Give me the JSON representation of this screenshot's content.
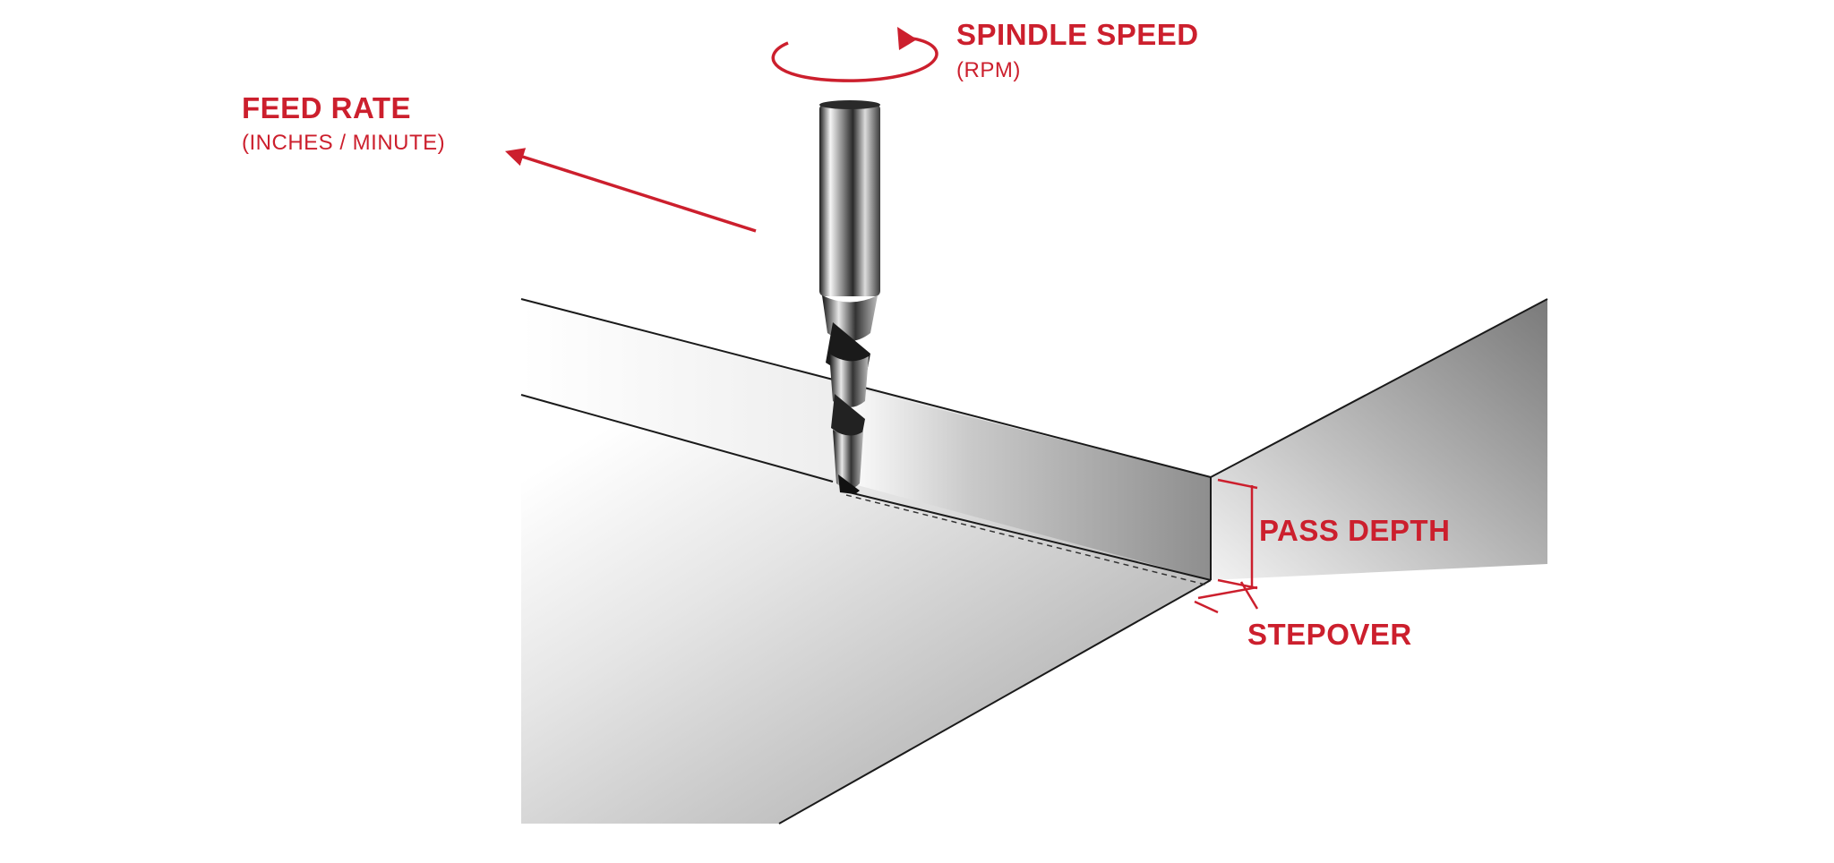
{
  "colors": {
    "accent": "#cc1f2d",
    "edge": "#1a1a1a",
    "background": "#ffffff"
  },
  "labels": {
    "spindle_speed": {
      "title": "SPINDLE SPEED",
      "unit": "(RPM)"
    },
    "feed_rate": {
      "title": "FEED RATE",
      "unit": "(INCHES / MINUTE)"
    },
    "pass_depth": {
      "title": "PASS DEPTH"
    },
    "stepover": {
      "title": "STEPOVER"
    }
  },
  "icons": {
    "rotation": "rotation-arrow-icon",
    "feed": "feed-direction-arrow-icon",
    "tool": "end-mill-bit-icon"
  }
}
